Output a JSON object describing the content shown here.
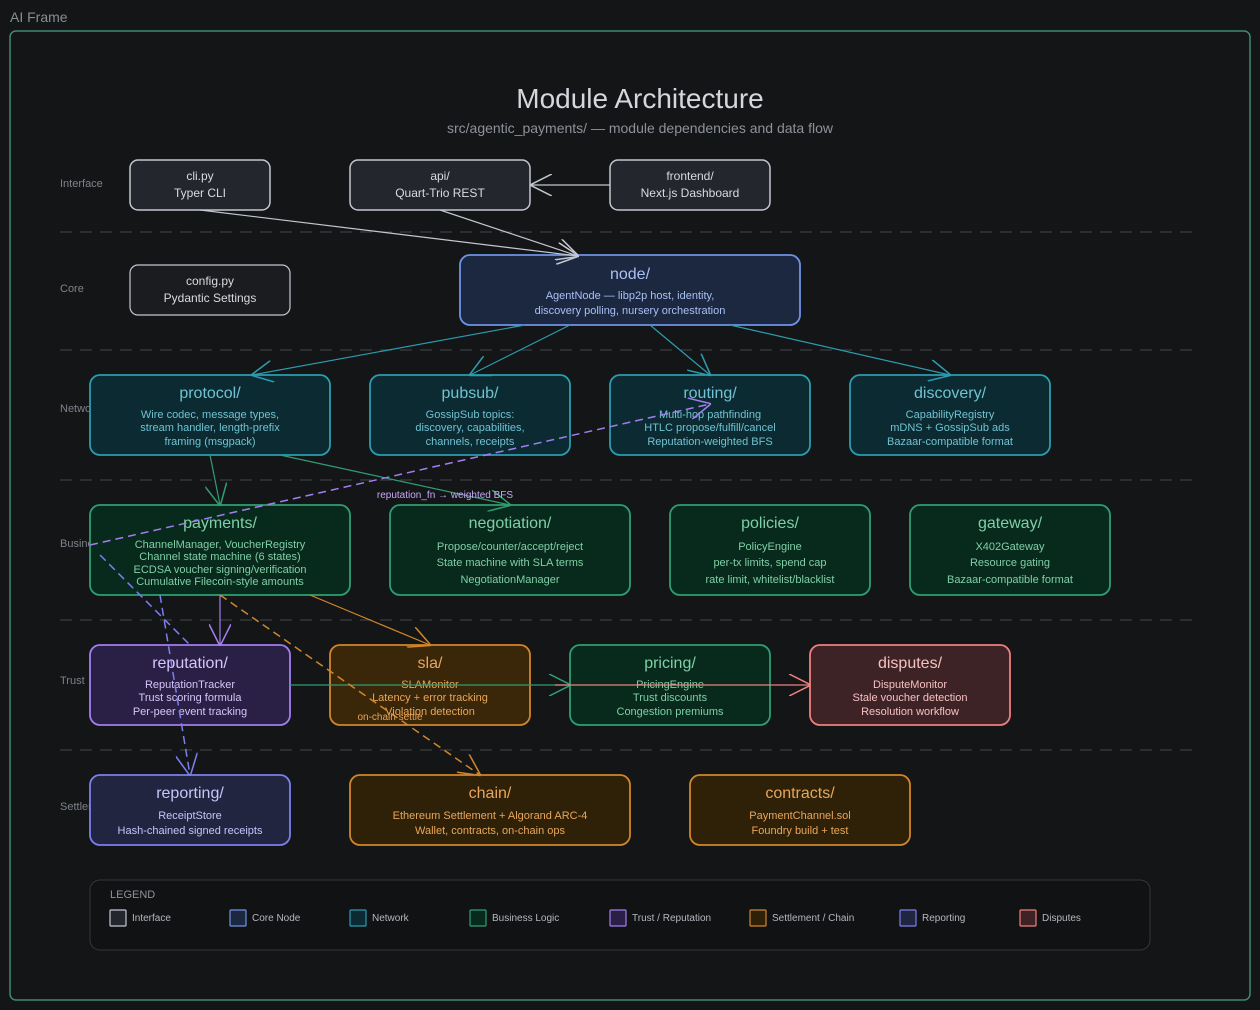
{
  "frame_label": "AI Frame",
  "title": "Module Architecture",
  "subtitle": "src/agentic_payments/ — module dependencies and data flow",
  "lanes": [
    "Interface",
    "Core",
    "Network",
    "Business",
    "Trust",
    "Settlement"
  ],
  "nodes": {
    "cli": {
      "title": "cli.py",
      "lines": [
        "Typer CLI"
      ]
    },
    "api": {
      "title": "api/",
      "lines": [
        "Quart-Trio REST"
      ]
    },
    "frontend": {
      "title": "frontend/",
      "lines": [
        "Next.js Dashboard"
      ]
    },
    "config": {
      "title": "config.py",
      "lines": [
        "Pydantic Settings"
      ]
    },
    "node": {
      "title": "node/",
      "lines": [
        "AgentNode — libp2p host, identity,",
        "discovery polling, nursery orchestration"
      ]
    },
    "protocol": {
      "title": "protocol/",
      "lines": [
        "Wire codec, message types,",
        "stream handler, length-prefix",
        "framing (msgpack)"
      ]
    },
    "pubsub": {
      "title": "pubsub/",
      "lines": [
        "GossipSub topics:",
        "discovery, capabilities,",
        "channels, receipts"
      ]
    },
    "routing": {
      "title": "routing/",
      "lines": [
        "Multi-hop pathfinding",
        "HTLC propose/fulfill/cancel",
        "Reputation-weighted BFS"
      ]
    },
    "discovery": {
      "title": "discovery/",
      "lines": [
        "CapabilityRegistry",
        "mDNS + GossipSub ads",
        "Bazaar-compatible format"
      ]
    },
    "payments": {
      "title": "payments/",
      "lines": [
        "ChannelManager, VoucherRegistry",
        "Channel state machine (6 states)",
        "ECDSA voucher signing/verification",
        "Cumulative Filecoin-style amounts"
      ]
    },
    "negotiation": {
      "title": "negotiation/",
      "lines": [
        "Propose/counter/accept/reject",
        "State machine with SLA terms",
        "NegotiationManager"
      ]
    },
    "policies": {
      "title": "policies/",
      "lines": [
        "PolicyEngine",
        "per-tx limits, spend cap",
        "rate limit, whitelist/blacklist"
      ]
    },
    "gateway": {
      "title": "gateway/",
      "lines": [
        "X402Gateway",
        "Resource gating",
        "Bazaar-compatible format"
      ]
    },
    "reputation": {
      "title": "reputation/",
      "lines": [
        "ReputationTracker",
        "Trust scoring formula",
        "Per-peer event tracking"
      ]
    },
    "sla": {
      "title": "sla/",
      "lines": [
        "SLAMonitor",
        "Latency + error tracking",
        "Violation detection"
      ]
    },
    "pricing": {
      "title": "pricing/",
      "lines": [
        "PricingEngine",
        "Trust discounts",
        "Congestion premiums"
      ]
    },
    "disputes": {
      "title": "disputes/",
      "lines": [
        "DisputeMonitor",
        "Stale voucher detection",
        "Resolution workflow"
      ]
    },
    "reporting": {
      "title": "reporting/",
      "lines": [
        "ReceiptStore",
        "Hash-chained signed receipts"
      ]
    },
    "chain": {
      "title": "chain/",
      "lines": [
        "Ethereum Settlement + Algorand ARC-4",
        "Wallet, contracts, on-chain ops"
      ]
    },
    "contracts": {
      "title": "contracts/",
      "lines": [
        "PaymentChannel.sol",
        "Foundry build + test"
      ]
    }
  },
  "edge_labels": {
    "reputation_fn": "reputation_fn → weighted BFS",
    "onchain": "on-chain settle"
  },
  "legend": {
    "title": "LEGEND",
    "items": [
      {
        "label": "Interface",
        "color": "#c3c7cf"
      },
      {
        "label": "Core Node",
        "color": "#6f93e8"
      },
      {
        "label": "Network",
        "color": "#2a9db0"
      },
      {
        "label": "Business Logic",
        "color": "#2f9e73"
      },
      {
        "label": "Trust / Reputation",
        "color": "#a27ef0"
      },
      {
        "label": "Settlement / Chain",
        "color": "#d2862a"
      },
      {
        "label": "Reporting",
        "color": "#7c7ff0"
      },
      {
        "label": "Disputes",
        "color": "#f07f7f"
      }
    ]
  },
  "colors": {
    "frame": "#3f8a72",
    "interface": "#c3c7cf",
    "core": "#6f93e8",
    "network": "#2a9db0",
    "business": "#2f9e73",
    "trust": "#a27ef0",
    "settlement": "#d2862a",
    "reporting": "#7c7ff0",
    "disputes": "#f07f7f"
  }
}
